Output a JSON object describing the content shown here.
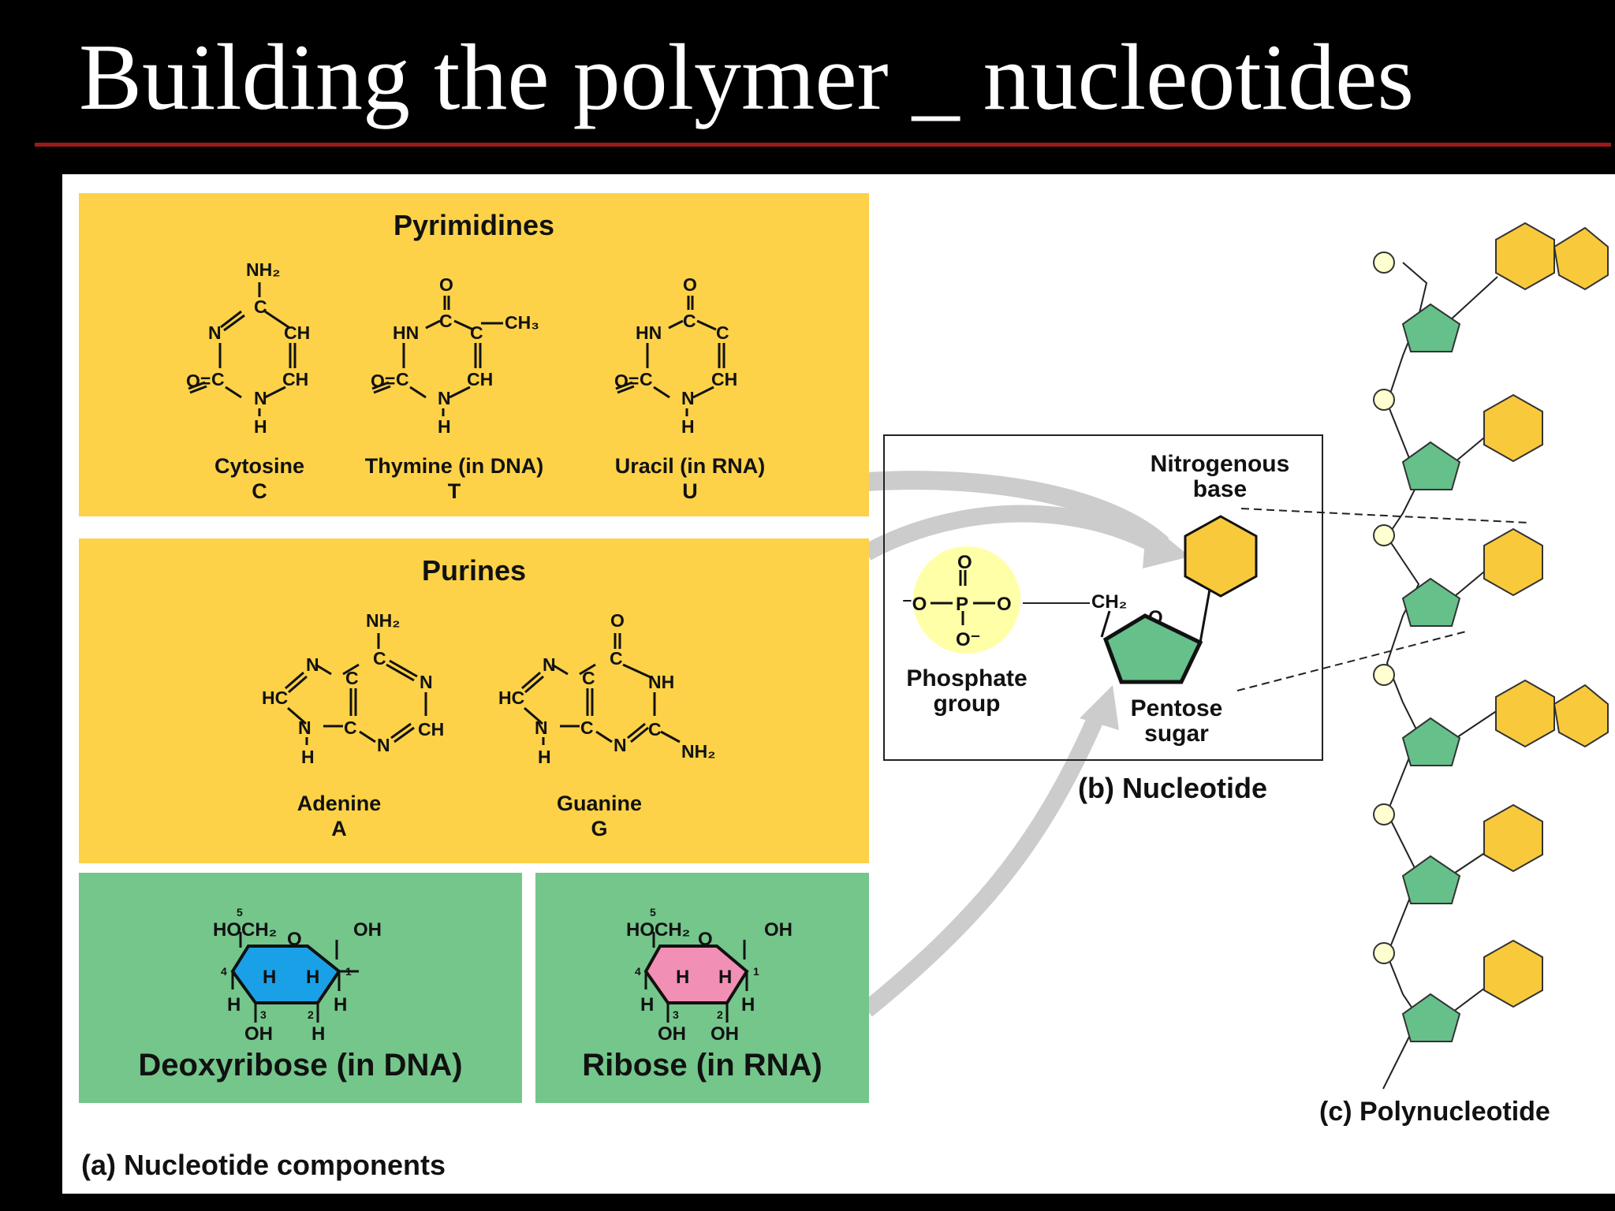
{
  "title": "Building the polymer _ nucleotides",
  "pyrimidines": {
    "heading": "Pyrimidines",
    "molecules": [
      {
        "name": "Cytosine",
        "letter": "C"
      },
      {
        "name": "Thymine (in DNA)",
        "letter": "T"
      },
      {
        "name": "Uracil (in RNA)",
        "letter": "U"
      }
    ]
  },
  "purines": {
    "heading": "Purines",
    "molecules": [
      {
        "name": "Adenine",
        "letter": "A"
      },
      {
        "name": "Guanine",
        "letter": "G"
      }
    ]
  },
  "sugars": [
    {
      "name": "Deoxyribose (in DNA)",
      "ring_color": "#1aa0e6"
    },
    {
      "name": "Ribose (in RNA)",
      "ring_color": "#f28fb5"
    }
  ],
  "atoms": {
    "nh2": "NH₂",
    "ch3": "CH₃",
    "ch": "CH",
    "c": "C",
    "n": "N",
    "o": "O",
    "h": "H",
    "hn": "HN",
    "nh": "NH",
    "hc": "HC",
    "oh": "OH",
    "hoch2": "HOCH₂",
    "ch2": "CH₂",
    "o_double_left": "O=",
    "phos_o_minus": "⁻O",
    "phos_p": "P",
    "phos_o_bottom": "O⁻",
    "c1": "1",
    "c2": "2",
    "c3": "3",
    "c4": "4",
    "c5": "5"
  },
  "nucleotide": {
    "phosphate_label": "Phosphate group",
    "phosphate_label_lines": [
      "Phosphate",
      "group"
    ],
    "sugar_label_lines": [
      "Pentose",
      "sugar"
    ],
    "base_label_lines": [
      "Nitrogenous",
      "base"
    ],
    "caption": "(b) Nucleotide"
  },
  "captions": {
    "components": "(a) Nucleotide components",
    "polynucleotide": "(c) Polynucleotide"
  },
  "colors": {
    "yellow_box": "#fdd248",
    "green_box": "#74c68b",
    "base_fill": "#f9c93c",
    "sugar_fill": "#66c08a",
    "phosphate_highlight": "#ffffa8",
    "title_rule": "#9b1b1b"
  }
}
